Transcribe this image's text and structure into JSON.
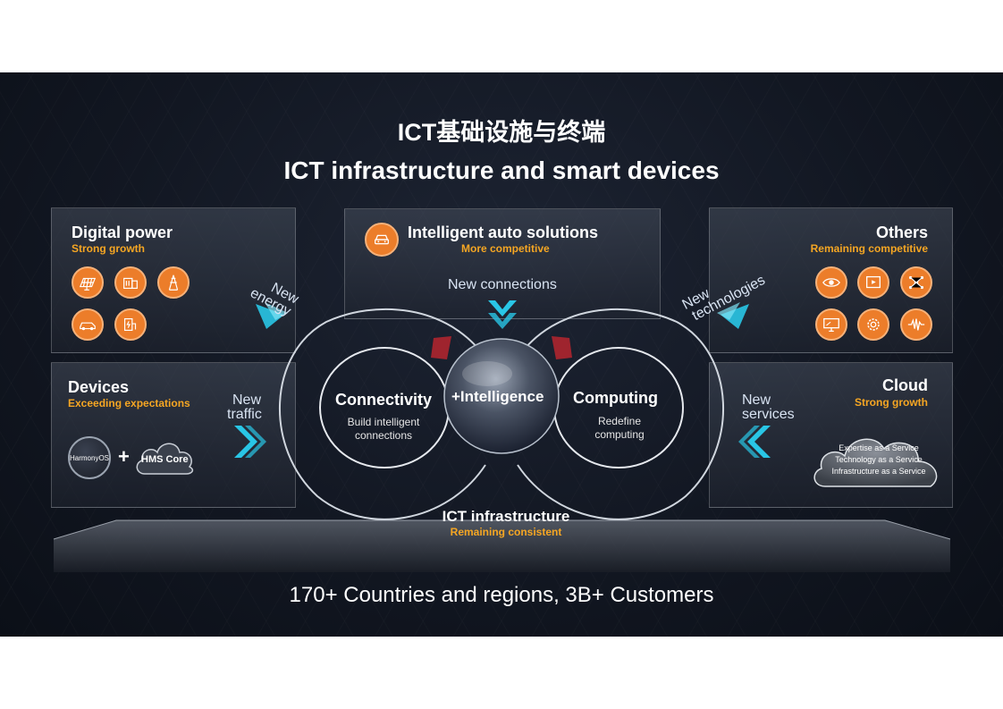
{
  "title_cn": "ICT基础设施与终端",
  "title_en": "ICT infrastructure and smart devices",
  "digital_power": {
    "title": "Digital power",
    "subtitle": "Strong growth",
    "icons": [
      "solar-panel-icon",
      "energy-cabinet-icon",
      "power-tower-icon",
      "electric-car-icon",
      "charging-station-icon"
    ]
  },
  "auto": {
    "title": "Intelligent auto solutions",
    "subtitle": "More competitive",
    "icon": "car-front-icon"
  },
  "others": {
    "title": "Others",
    "subtitle": "Remaining competitive",
    "icons": [
      "eye-icon",
      "play-screen-icon",
      "network-nodes-icon",
      "monitor-icon",
      "gear-chip-icon",
      "waveform-icon"
    ]
  },
  "devices": {
    "title": "Devices",
    "subtitle": "Exceeding expectations",
    "harmony": "HarmonyOS",
    "plus": "+",
    "hms": "HMS Core"
  },
  "cloud": {
    "title": "Cloud",
    "subtitle": "Strong growth",
    "lines": [
      "Expertise as a Service",
      "Technology as a Service",
      "Infrastructure as a Service"
    ]
  },
  "flows": {
    "new_energy_1": "New",
    "new_energy_2": "energy",
    "new_connections": "New connections",
    "new_tech_1": "New",
    "new_tech_2": "technologies",
    "new_traffic_1": "New",
    "new_traffic_2": "traffic",
    "new_services_1": "New",
    "new_services_2": "services"
  },
  "rings": {
    "connectivity": "Connectivity",
    "connectivity_sub_1": "Build intelligent",
    "connectivity_sub_2": "connections",
    "intelligence": "+Intelligence",
    "computing": "Computing",
    "computing_sub_1": "Redefine",
    "computing_sub_2": "computing"
  },
  "infrastructure": {
    "title": "ICT infrastructure",
    "subtitle": "Remaining consistent"
  },
  "bottom_text": "170+ Countries and regions, 3B+ Customers",
  "colors": {
    "accent_orange": "#ec7d2a",
    "subtitle_yellow": "#f5a623",
    "chevron_cyan": "#29c6e6"
  }
}
